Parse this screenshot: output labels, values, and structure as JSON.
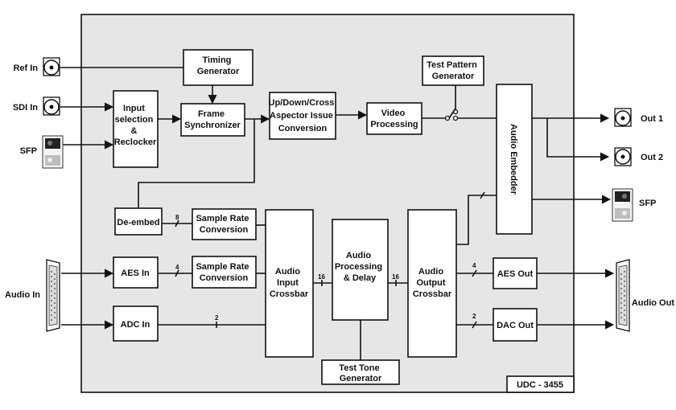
{
  "unit": {
    "model": "UDC - 3455"
  },
  "connectors": {
    "ref_in": "Ref In",
    "sdi_in": "SDI In",
    "sfp_in": "SFP",
    "audio_in": "Audio In",
    "out1": "Out 1",
    "out2": "Out 2",
    "sfp_out": "SFP",
    "audio_out": "Audio Out"
  },
  "blocks": {
    "timing_generator": [
      "Timing",
      "Generator"
    ],
    "test_pattern_generator": [
      "Test Pattern",
      "Generator"
    ],
    "input_selection": [
      "Input",
      "selection",
      "&",
      "Reclocker"
    ],
    "frame_synchronizer": [
      "Frame",
      "Synchronizer"
    ],
    "updown_conversion": [
      "Up/Down/Cross",
      "Aspector Issue",
      "Conversion"
    ],
    "video_processing": [
      "Video",
      "Processing"
    ],
    "audio_embedder": "Audio Embedder",
    "de_embed": [
      "De-embed"
    ],
    "src1": [
      "Sample Rate",
      "Conversion"
    ],
    "src2": [
      "Sample Rate",
      "Conversion"
    ],
    "aes_in": [
      "AES In"
    ],
    "adc_in": [
      "ADC In"
    ],
    "audio_input_crossbar": [
      "Audio",
      "Input",
      "Crossbar"
    ],
    "audio_processing": [
      "Audio",
      "Processing",
      "& Delay"
    ],
    "audio_output_crossbar": [
      "Audio",
      "Output",
      "Crossbar"
    ],
    "aes_out": [
      "AES Out"
    ],
    "dac_out": [
      "DAC Out"
    ],
    "test_tone_generator": [
      "Test Tone",
      "Generator"
    ]
  },
  "bus_widths": {
    "deembed_src": "8",
    "aes_src": "4",
    "adc_crossbar": "2",
    "in_crossbar_proc": "16",
    "proc_out_crossbar": "16",
    "crossbar_aes_out": "4",
    "crossbar_dac_out": "2"
  },
  "colors": {
    "panel": "#e6e6e6",
    "stroke": "#111111",
    "block": "#ffffff"
  }
}
